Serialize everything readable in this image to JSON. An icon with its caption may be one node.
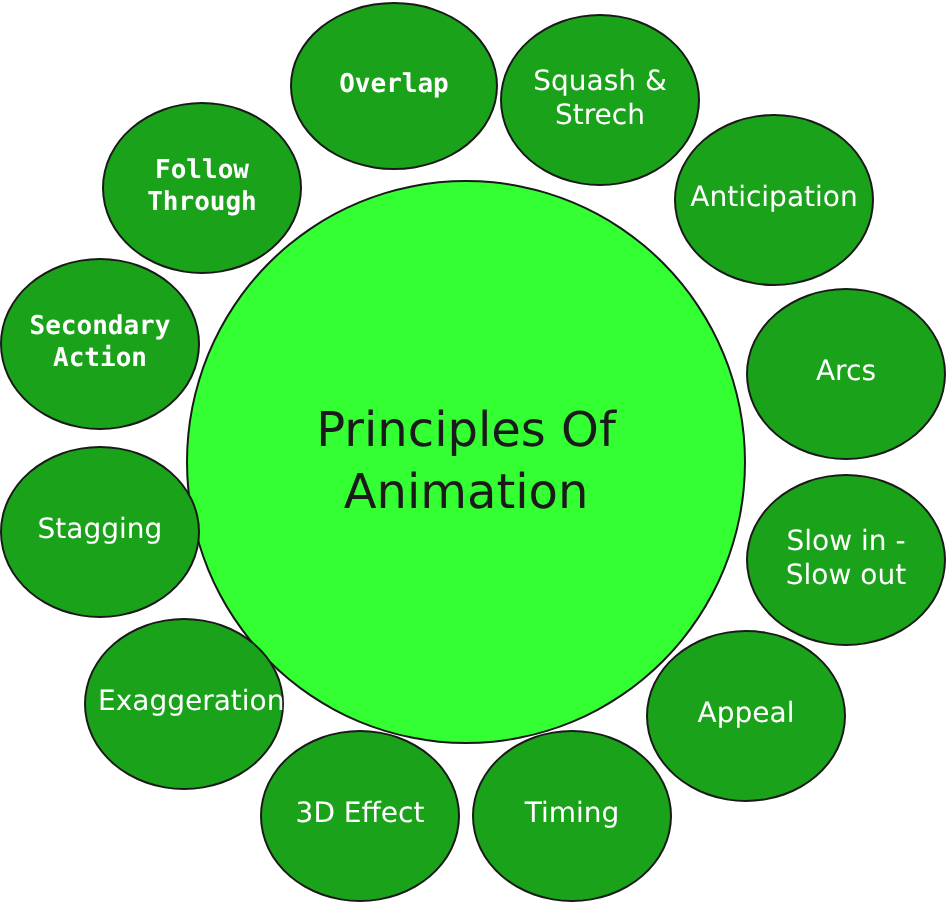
{
  "diagram": {
    "nodes": [
      {
        "text": [
          "Principles Of Animation"
        ]
      },
      {
        "text": [
          "Overlap"
        ]
      },
      {
        "text": [
          "Squash & Strech"
        ]
      },
      {
        "text": [
          "Anticipation"
        ]
      },
      {
        "text": [
          "Arcs"
        ]
      },
      {
        "text": [
          "Slow in - Slow out"
        ]
      },
      {
        "text": [
          "Appeal"
        ]
      },
      {
        "text": [
          "Timing"
        ]
      },
      {
        "text": [
          "3D Effect"
        ]
      },
      {
        "text": [
          "Exaggeration"
        ]
      },
      {
        "text": [
          "Stagging"
        ]
      },
      {
        "text": [
          "Secondary Action"
        ]
      },
      {
        "text": [
          "Follow Through"
        ]
      }
    ]
  }
}
